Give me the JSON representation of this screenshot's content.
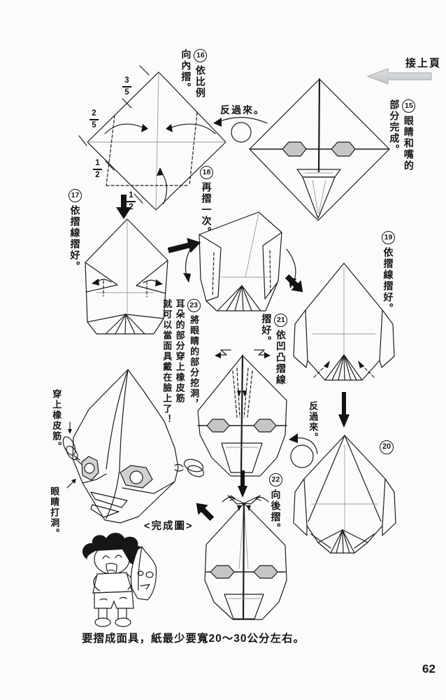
{
  "page": {
    "background": "#fbfbf9",
    "number": "62",
    "footer_note": "要摺成面具，紙最少要寬20～30公分左右。"
  },
  "header": {
    "continue_label": "接上頁"
  },
  "misc_labels": {
    "flip_top": "反過來。",
    "flip_bottom": "反過來。",
    "completed_caption": "<完成圖>",
    "rubber_band_note": "穿上橡皮筋。",
    "eye_hole_note": "眼睛打洞。"
  },
  "fractions": {
    "three_fifths": {
      "num": "3",
      "den": "5"
    },
    "two_fifths": {
      "num": "2",
      "den": "5"
    },
    "half_left": {
      "num": "1",
      "den": "2"
    },
    "half_bottom": {
      "num": "1",
      "den": "2"
    }
  },
  "steps": {
    "s15": {
      "num": "15",
      "lines": [
        "眼睛和嘴的",
        "部分完成。"
      ]
    },
    "s16": {
      "num": "16",
      "lines": [
        "依比例",
        "向內摺。"
      ]
    },
    "s17": {
      "num": "17",
      "lines": [
        "依摺線摺好。"
      ]
    },
    "s18": {
      "num": "18",
      "lines": [
        "再摺一次。"
      ]
    },
    "s19": {
      "num": "19",
      "lines": [
        "依摺線摺好。"
      ]
    },
    "s20": {
      "num": "20"
    },
    "s21": {
      "num": "21",
      "lines": [
        "依凹凸摺線",
        "摺好。"
      ]
    },
    "s22": {
      "num": "22",
      "lines": [
        "向後摺。"
      ]
    },
    "s23": {
      "num": "23",
      "lines": [
        "將眼睛的部分挖洞，",
        "耳朵的部分穿上橡皮筋",
        "就可以當面具戴在臉上了！"
      ]
    }
  },
  "colors": {
    "ink": "#1c1c1c",
    "eye_fill": "#c6c6c6",
    "continue_arrow": "#d2d6d8"
  }
}
